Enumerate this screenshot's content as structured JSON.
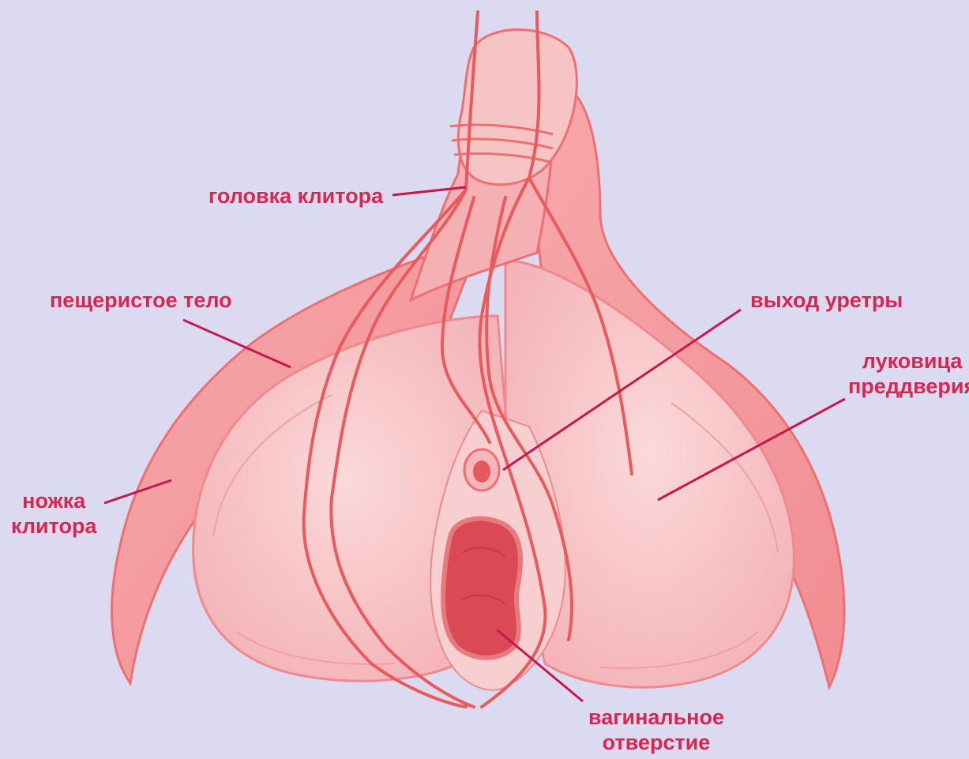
{
  "labels": {
    "glans": "головка клитора",
    "corpus_cavernosum": "пещеристое тело",
    "crus_line1": "ножка",
    "crus_line2": "клитора",
    "urethra": "выход уретры",
    "bulb_line1": "луковица",
    "bulb_line2": "преддверия",
    "vaginal_line1": "вагинальное",
    "vaginal_line2": "отверстие"
  },
  "colors": {
    "background": "#dcdaf1",
    "label_text": "#d7264f",
    "leader_line": "#c8174a",
    "tissue_light": "#f7c9cc",
    "tissue_mid": "#f3a9ad",
    "tissue_outline": "#ee6f72",
    "vessel": "#e85a5c",
    "vaginal_opening": "#d94a55"
  }
}
